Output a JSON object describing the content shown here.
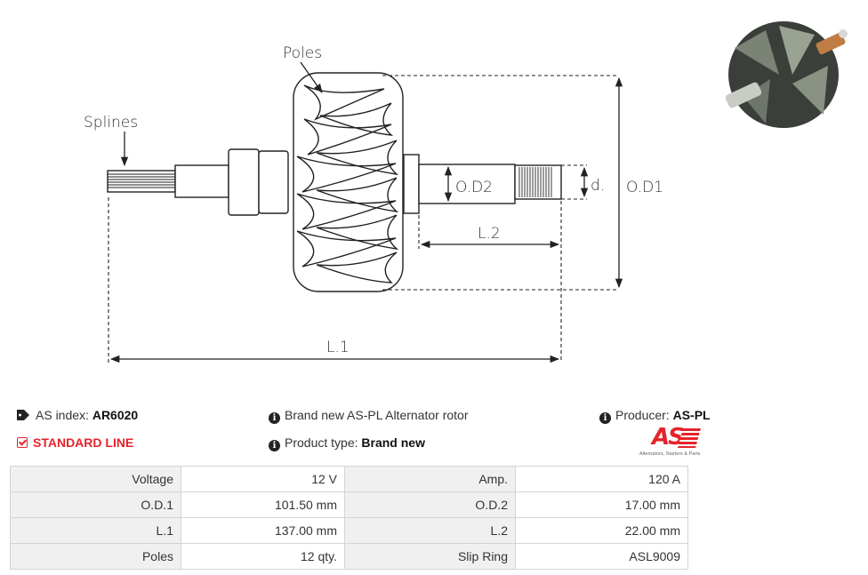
{
  "diagram": {
    "poles_label": "Poles",
    "splines_label": "Splines",
    "od1_label": "O.D1",
    "od2_label": "O.D2",
    "d_label": "d.",
    "l1_label": "L.1",
    "l2_label": "L.2"
  },
  "info": {
    "as_index_label": "AS index:",
    "as_index_value": "AR6020",
    "line": "STANDARD LINE",
    "description": "Brand new AS-PL Alternator rotor",
    "product_type_label": "Product type:",
    "product_type_value": "Brand new",
    "producer_label": "Producer:",
    "producer_value": "AS-PL"
  },
  "logo": {
    "mark": "AS",
    "tagline": "Alternators, Starters & Parts"
  },
  "specs": [
    {
      "k1": "Voltage",
      "v1": "12 V",
      "k2": "Amp.",
      "v2": "120 A"
    },
    {
      "k1": "O.D.1",
      "v1": "101.50 mm",
      "k2": "O.D.2",
      "v2": "17.00 mm"
    },
    {
      "k1": "L.1",
      "v1": "137.00 mm",
      "k2": "L.2",
      "v2": "22.00 mm"
    },
    {
      "k1": "Poles",
      "v1": "12 qty.",
      "k2": "Slip Ring",
      "v2": "ASL9009"
    }
  ],
  "colors": {
    "accent": "#e5232a",
    "table_key_bg": "#f0f0f0",
    "border": "#d4d4d4"
  }
}
